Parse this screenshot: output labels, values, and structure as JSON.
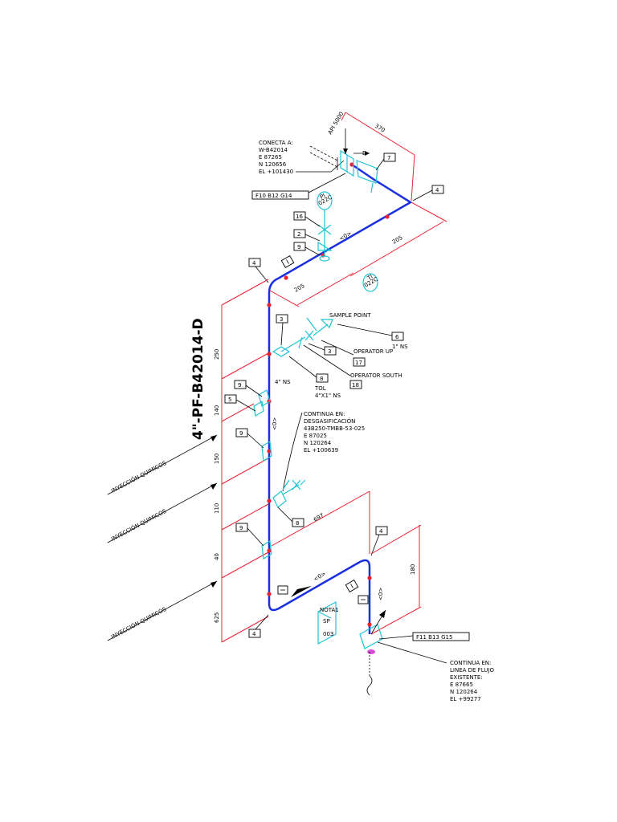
{
  "line_tag": "4\"-PF-B42014-D",
  "connect_top": {
    "lines": [
      "CONECTA A:",
      "W-B42014",
      "E 87265",
      "N 120656",
      "EL +101430"
    ]
  },
  "top_instrument": "API 5000",
  "flow_letter": "D",
  "ref_top": "F10 B12 G14",
  "ref_bottom": "F11 B13 G15",
  "pi_tag": [
    "PI",
    "022C"
  ],
  "ti_tag": [
    "TI",
    "022C"
  ],
  "dims": {
    "d370": "370",
    "d205a": "205",
    "d205b": "205",
    "d250": "250",
    "d140": "140",
    "d150": "150",
    "d110": "110",
    "d40": "40",
    "d625": "625",
    "d697": "697",
    "d180": "180"
  },
  "callouts": {
    "c7": "7",
    "c4a": "4",
    "c16": "16",
    "c2": "2",
    "c9a": "9",
    "c4b": "4",
    "c3a": "3",
    "c3b": "3",
    "c6": "6",
    "c17": "17",
    "c8a": "8",
    "c18": "18",
    "c9b": "9",
    "c5": "5",
    "c9c": "9",
    "c8b": "8",
    "c9d": "9",
    "c4c": "4",
    "c4d": "4"
  },
  "sample": {
    "sample_point": "SAMPLE POINT",
    "ns1": "1\" NS",
    "operator_up": "OPERATOR UP",
    "operator_south": "OPERATOR SOUTH",
    "ns4": "4\" NS",
    "tol": "TOL",
    "tol_size": "4\"X1\" NS"
  },
  "continua_mid": {
    "lines": [
      "CONTINUA EN:",
      "DESGASIFICACIÓN",
      "43B250-TMBB-53-025",
      "E 87025",
      "N 120264",
      "EL +100639"
    ]
  },
  "continua_bottom": {
    "lines": [
      "CONTINUA EN:",
      "LINEA DE FLUJO",
      "EXISTENTE:",
      "E 87665",
      "N 120264",
      "EL +99277"
    ]
  },
  "injection": [
    "INYECCIÓN QUIMICOS",
    "INYECCIÓN QUIMICOS",
    "INYECCIÓN QUIMICOS"
  ],
  "nota": {
    "title": "NOTA1",
    "sp": "SP",
    "num": "003"
  },
  "flow_tag": "<0>",
  "colors": {
    "pipe": "#1a2fe0",
    "cyan": "#1fc4d4",
    "red": "#ee2233"
  }
}
